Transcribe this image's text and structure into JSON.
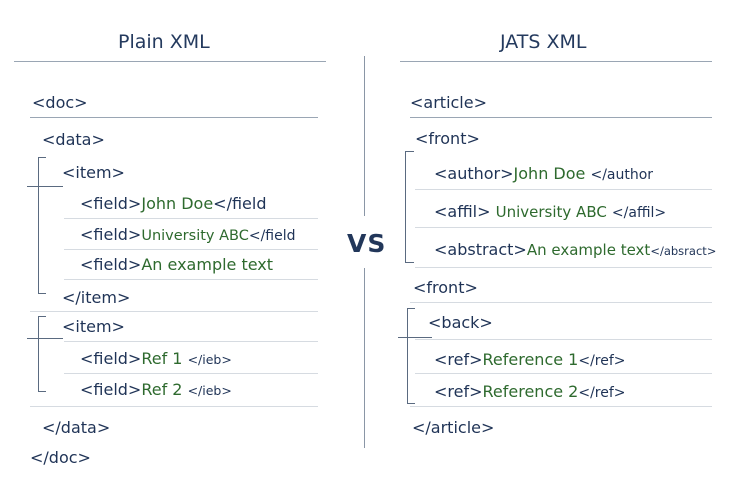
{
  "left": {
    "title": "Plain XML",
    "doc_open": "<doc>",
    "data_open": "<data>",
    "item1_open": "<item>",
    "item1_fields": [
      {
        "tag_open": "<field>",
        "value": "John Doe",
        "tag_close": "</field"
      },
      {
        "tag_open": "<field>",
        "value": "University ABC",
        "tag_close": "</field"
      },
      {
        "tag_open": "<field>",
        "value": "An example text",
        "tag_close": ""
      }
    ],
    "item1_close": "</item>",
    "item2_open": "<item>",
    "item2_fields": [
      {
        "tag_open": "<field>",
        "value": "Ref 1",
        "tag_close": "</ieb>"
      },
      {
        "tag_open": "<field>",
        "value": "Ref 2",
        "tag_close": "</ieb>"
      }
    ],
    "data_close": "</data>",
    "doc_close": "</doc>"
  },
  "vs_label": "VS",
  "right": {
    "title": "JATS XML",
    "article_open": "<article>",
    "front_open": "<front>",
    "author": {
      "tag_open": "<author>",
      "value": "John Doe",
      "tag_close": "</author"
    },
    "affil": {
      "tag_open": "<affil>",
      "value": "University ABC",
      "tag_close": "</affil>"
    },
    "abstract": {
      "tag_open": "<abstract>",
      "value": "An example text",
      "tag_close": "</absract>"
    },
    "front_close": "<front>",
    "back_open": "<back>",
    "refs": [
      {
        "tag_open": "<ref>",
        "value": "Reference 1",
        "tag_close": "</ref>"
      },
      {
        "tag_open": "<ref>",
        "value": "Reference 2",
        "tag_close": "</ref>"
      }
    ],
    "article_close": "</article>"
  }
}
